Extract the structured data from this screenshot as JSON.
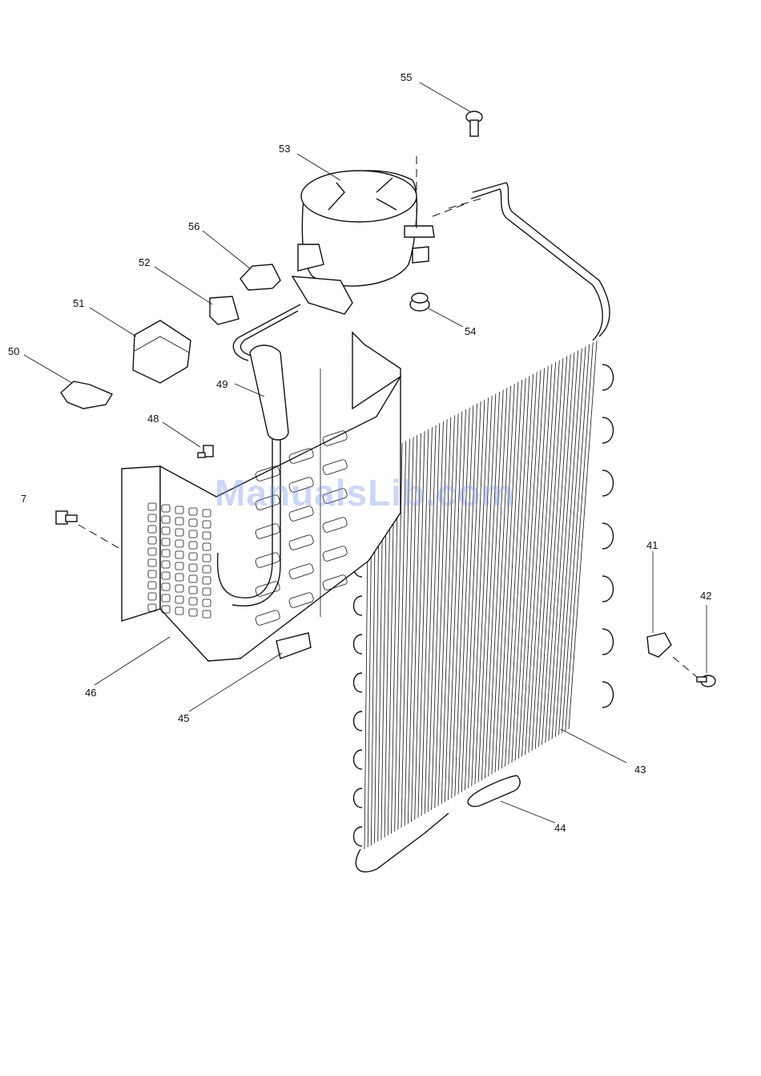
{
  "diagram": {
    "watermark": "ManualsLib.com",
    "callouts": {
      "c55": "55",
      "c53": "53",
      "c56": "56",
      "c52": "52",
      "c51": "51",
      "c50": "50",
      "c54": "54",
      "c49": "49",
      "c48": "48",
      "c47": "7",
      "c46": "46",
      "c45": "45",
      "c41": "41",
      "c42": "42",
      "c43": "43",
      "c44": "44"
    }
  }
}
